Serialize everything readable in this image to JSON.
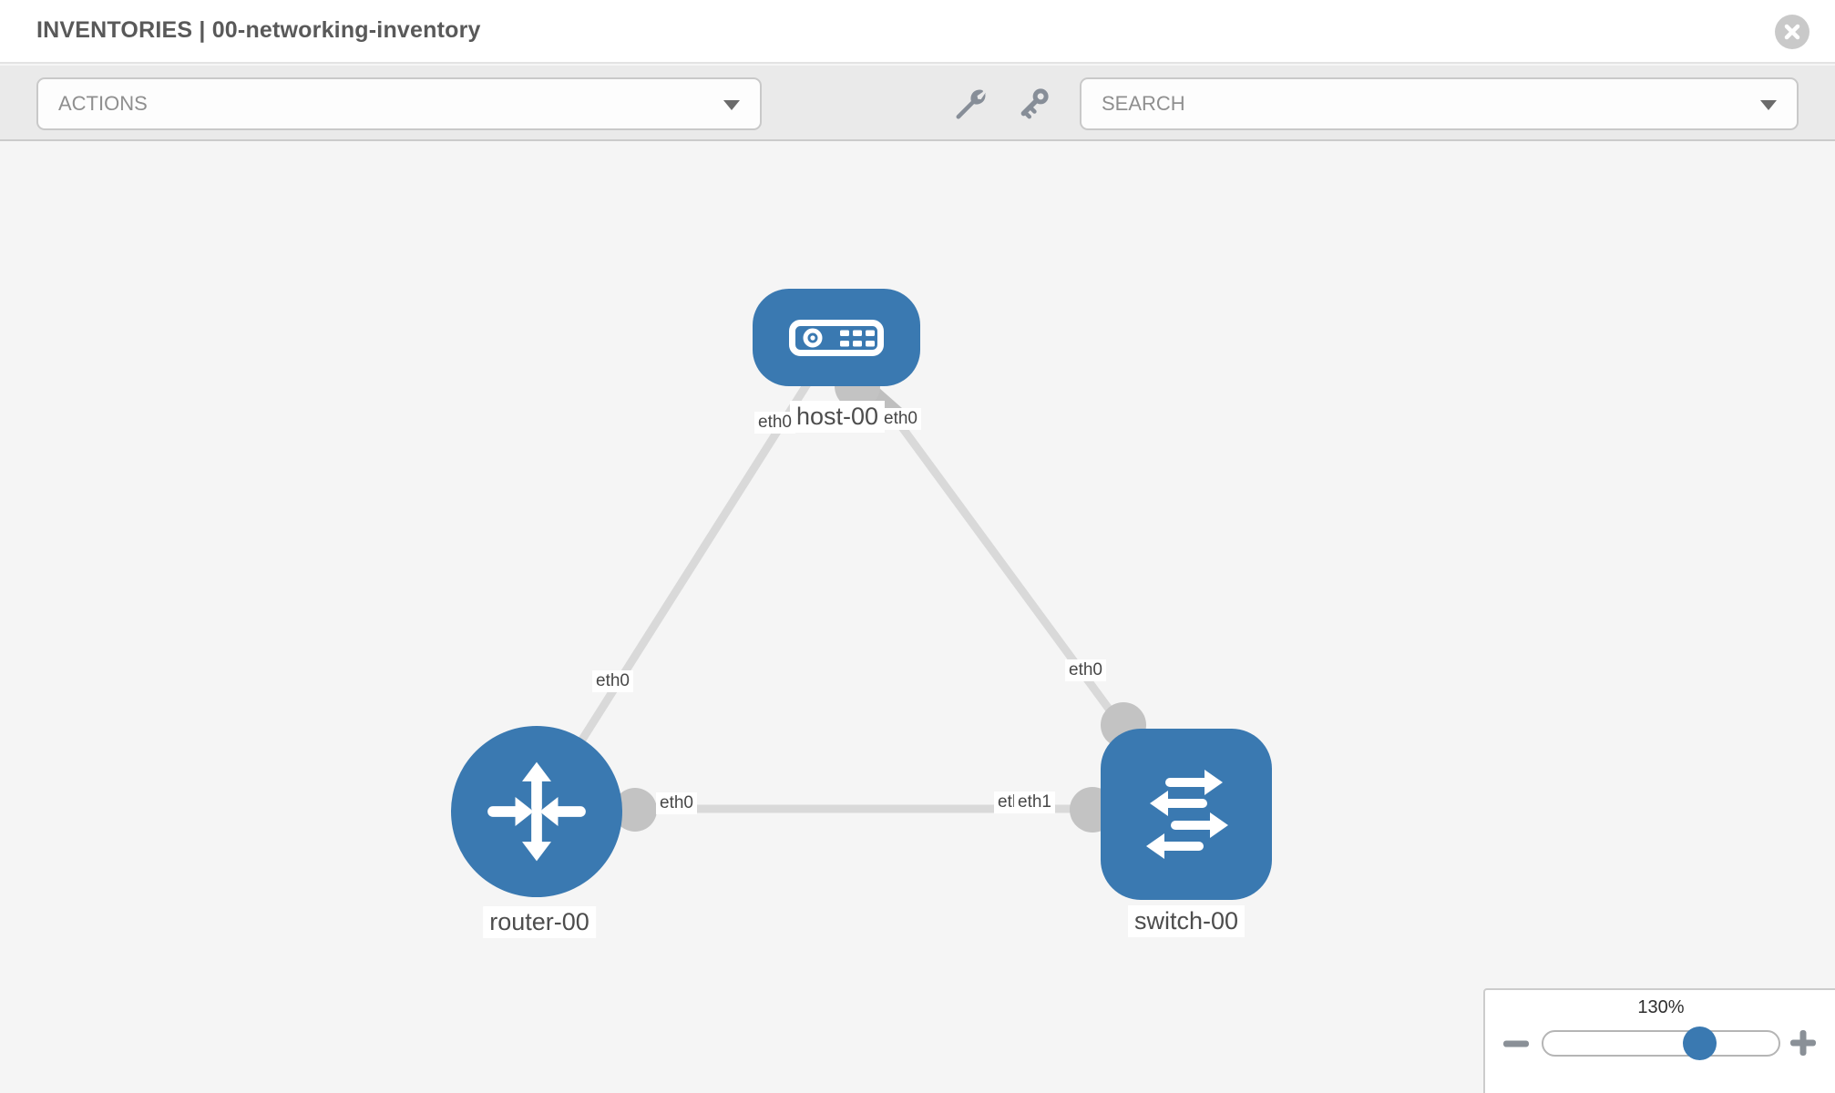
{
  "header": {
    "title": "INVENTORIES | 00-networking-inventory",
    "close_icon": "circle-x-icon"
  },
  "toolbar": {
    "actions_label": "ACTIONS",
    "search_label": "SEARCH",
    "tool_icons": [
      {
        "name": "wrench-icon"
      },
      {
        "name": "key-icon"
      }
    ]
  },
  "topology": {
    "nodes": [
      {
        "label": "host-00",
        "type": "host",
        "icon": "host-device-icon"
      },
      {
        "label": "router-00",
        "type": "router",
        "icon": "router-arrows-icon"
      },
      {
        "label": "switch-00",
        "type": "switch",
        "icon": "switch-arrows-icon"
      }
    ],
    "links": [
      {
        "from": "host-00",
        "to": "router-00",
        "from_label": "eth0",
        "to_label": "eth0"
      },
      {
        "from": "host-00",
        "to": "switch-00",
        "from_label": "eth0",
        "to_label": "eth0"
      },
      {
        "from": "router-00",
        "to": "switch-00",
        "from_label": "eth0",
        "to_label": "eth1",
        "to_label_overlapped": "eth0"
      }
    ]
  },
  "zoom_control": {
    "level": "130%",
    "percent": 130,
    "minus_icon": "minus-icon",
    "plus_icon": "plus-icon"
  },
  "colors": {
    "node_blue": "#3a79b1",
    "port_gray": "#c3c3c3",
    "link_gray": "#d9d9d9",
    "canvas_bg": "#f5f5f5",
    "toolbar_bg": "#eaeaea"
  }
}
